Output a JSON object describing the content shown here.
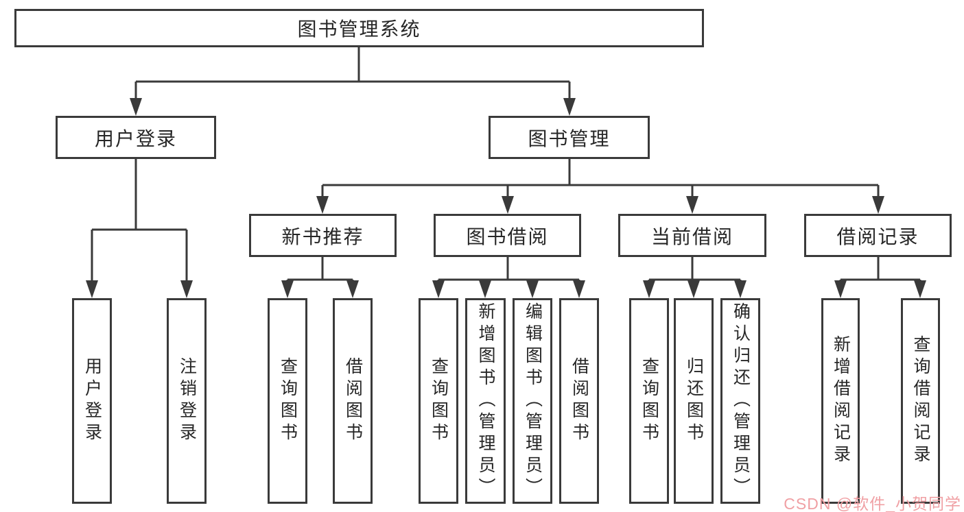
{
  "diagram_title": "图书管理系统",
  "watermark": "CSDN @软件_小贺同学",
  "colors": {
    "line": "#3a3a3a",
    "node_border": "#3a3a3a",
    "text": "#262626",
    "background": "#ffffff",
    "watermark": "#f0a0a4"
  },
  "nodes": {
    "root": "图书管理系统",
    "user_login": "用户登录",
    "book_mgmt": "图书管理",
    "new_book_rec": "新书推荐",
    "book_borrow": "图书借阅",
    "current_borrow": "当前借阅",
    "borrow_record": "借阅记录",
    "ul_login": "用户登录",
    "ul_logout": "注销登录",
    "nb_query_book": "查询图书",
    "nb_borrow_book": "借阅图书",
    "bb_query_book": "查询图书",
    "bb_add_book": "新增图书（管理员）",
    "bb_edit_book": "编辑图书（管理员）",
    "bb_borrow_book": "借阅图书",
    "cb_query_book": "查询图书",
    "cb_return_book": "归还图书",
    "cb_confirm_return": "确认归还（管理员）",
    "br_add_record": "新增借阅记录",
    "br_query_record": "查询借阅记录"
  }
}
